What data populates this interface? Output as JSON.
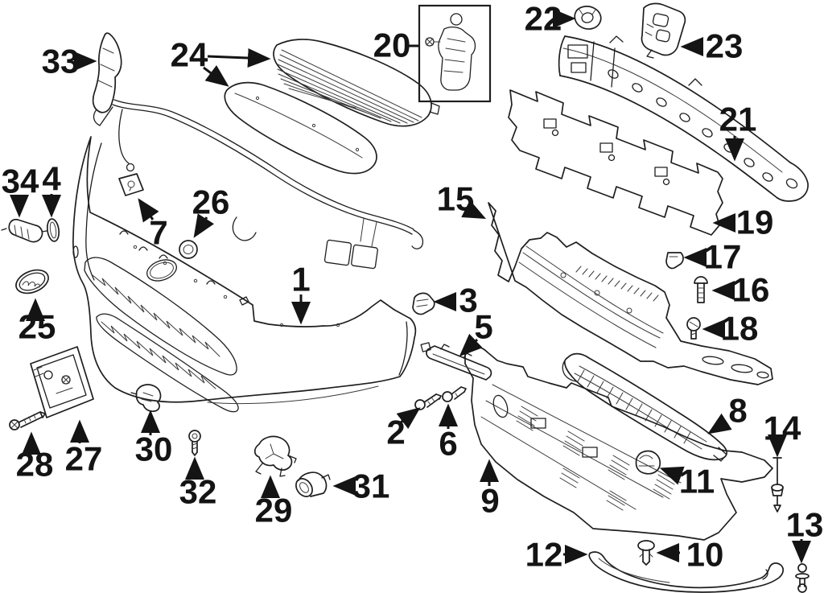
{
  "diagram": {
    "colors": {
      "background": "#ffffff",
      "line": "#1e1e1e",
      "label": "#141414"
    },
    "callouts": [
      {
        "num": "1"
      },
      {
        "num": "2"
      },
      {
        "num": "3"
      },
      {
        "num": "4"
      },
      {
        "num": "5"
      },
      {
        "num": "6"
      },
      {
        "num": "7"
      },
      {
        "num": "8"
      },
      {
        "num": "9"
      },
      {
        "num": "10"
      },
      {
        "num": "11"
      },
      {
        "num": "12"
      },
      {
        "num": "13"
      },
      {
        "num": "14"
      },
      {
        "num": "15"
      },
      {
        "num": "16"
      },
      {
        "num": "17"
      },
      {
        "num": "18"
      },
      {
        "num": "19"
      },
      {
        "num": "20"
      },
      {
        "num": "21"
      },
      {
        "num": "22"
      },
      {
        "num": "23"
      },
      {
        "num": "24"
      },
      {
        "num": "25"
      },
      {
        "num": "26"
      },
      {
        "num": "27"
      },
      {
        "num": "28"
      },
      {
        "num": "29"
      },
      {
        "num": "30"
      },
      {
        "num": "31"
      },
      {
        "num": "32"
      },
      {
        "num": "33"
      },
      {
        "num": "34"
      }
    ]
  }
}
